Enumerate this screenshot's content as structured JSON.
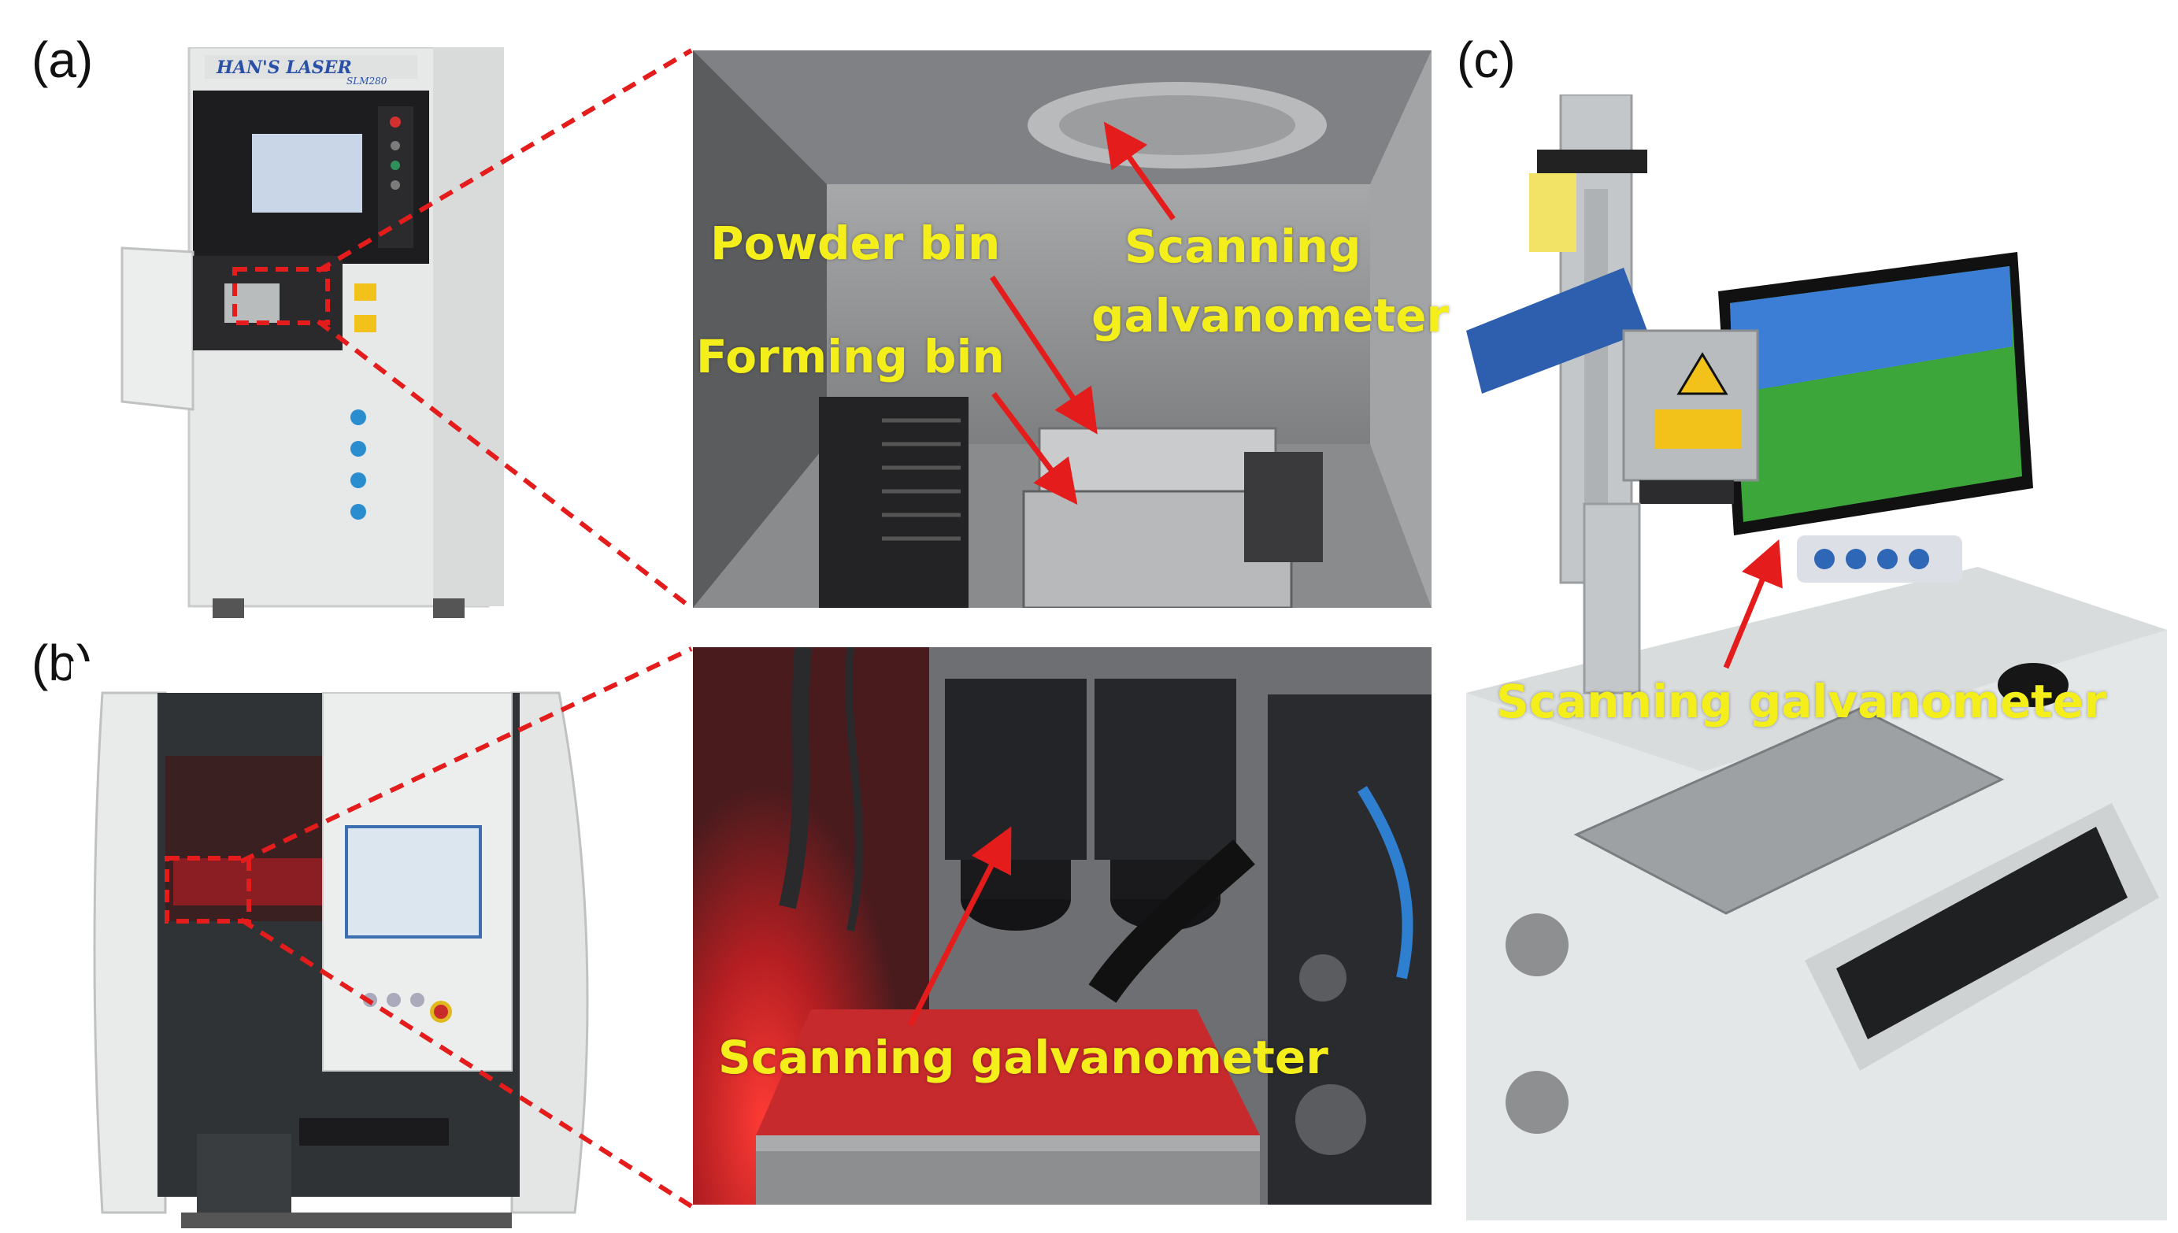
{
  "panels": {
    "a": {
      "label": "(a)",
      "brand_text": "HAN'S LASER",
      "model_text": "SLM280"
    },
    "b": {
      "label": "(b)"
    },
    "c": {
      "label": "(c)"
    }
  },
  "callouts": {
    "a_scanning_line1": "Scanning",
    "a_scanning_line2": "galvanometer",
    "a_powder_bin": "Powder bin",
    "a_forming_bin": "Forming bin",
    "b_scanning": "Scanning galvanometer",
    "c_scanning": "Scanning galvanometer"
  },
  "colors": {
    "callout_text": "#f4ef1a",
    "arrow": "#e41c1c",
    "zoom_box": "#e41c1c",
    "chamber_grey": "#8c8c8c",
    "machine_white": "#e9eceb",
    "laser_red": "#d8262a"
  }
}
